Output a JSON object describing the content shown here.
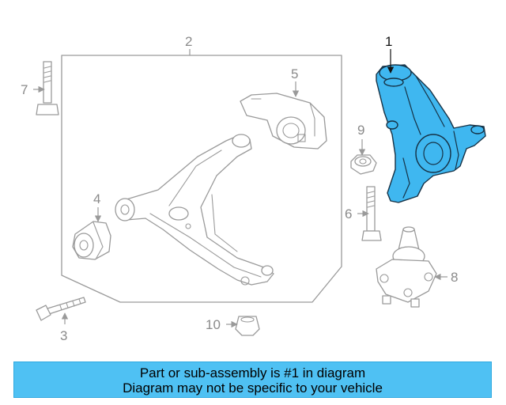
{
  "callouts": [
    {
      "id": "1",
      "label": "1"
    },
    {
      "id": "2",
      "label": "2"
    },
    {
      "id": "3",
      "label": "3"
    },
    {
      "id": "4",
      "label": "4"
    },
    {
      "id": "5",
      "label": "5"
    },
    {
      "id": "6",
      "label": "6"
    },
    {
      "id": "7",
      "label": "7"
    },
    {
      "id": "8",
      "label": "8"
    },
    {
      "id": "9",
      "label": "9"
    },
    {
      "id": "10",
      "label": "10"
    }
  ],
  "banner": {
    "line1": "Part or sub-assembly is #1 in diagram",
    "line2": "Diagram may not be specific to your vehicle"
  },
  "colors": {
    "highlight": "#3fb7f0",
    "banner": "#4fc1f3",
    "line_art": "#9a9a9a"
  }
}
